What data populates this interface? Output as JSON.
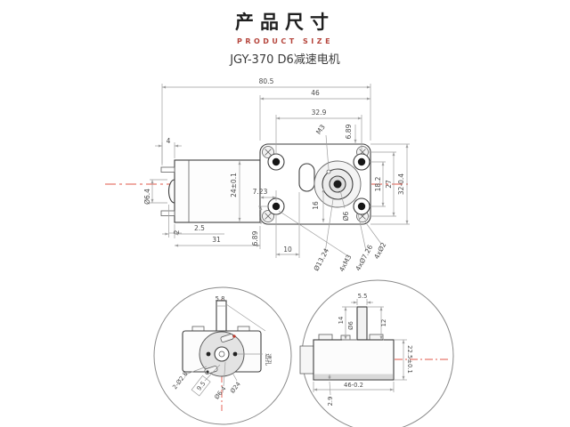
{
  "header": {
    "title": "产品尺寸",
    "subtitle": "PRODUCT SIZE"
  },
  "product": {
    "model_title": "JGY-370 D6减速电机"
  },
  "colors": {
    "subtitle_red": "#b5453c",
    "centerline_red": "#e2574a",
    "drawing_line": "#3e3e3e",
    "dim_line": "#9e9e9e",
    "dim_text": "#4a4a4a"
  },
  "main_view": {
    "dims": {
      "total_length": "80.5",
      "gearbox_width": "46",
      "hole_pitch_x": "32.9",
      "hole_edge_top": "6.89",
      "thread_callout": "M3",
      "pin_length": "4",
      "motor_diameter": "24±0.1",
      "face_to_hole": "7.23",
      "rear_boss_dia": "Ø6.4",
      "pin_offset": "2",
      "cap_length": "2.5",
      "motor_length": "31",
      "slot_offset": "16",
      "shaft_dia": "Ø6",
      "hole_pitch_y": "18.2",
      "screw_pitch_y": "27",
      "gearbox_height": "32-0.4",
      "hole_edge_bottom": "6.89",
      "slot_pitch": "10",
      "boss_dia": "Ø13.24",
      "thread_holes": "4xM3",
      "counterbore_holes": "4xØ7.26",
      "screw_holes": "4xØ2"
    }
  },
  "detail_left": {
    "dims": {
      "shaft_flat": "5.8",
      "through_hole": "透孔",
      "terminal_callout": "2-Ø2.8",
      "terminal_pitch": "9.5",
      "boss_dia": "Ø6.4",
      "motor_dia": "Ø24"
    }
  },
  "detail_right": {
    "dims": {
      "flat_width": "5.5",
      "shaft_length": "14",
      "shaft_dia": "Ø6",
      "flat_length": "12",
      "body_height": "22.5±0.1",
      "body_length": "46-0.2",
      "base_plate": "2.9"
    }
  }
}
